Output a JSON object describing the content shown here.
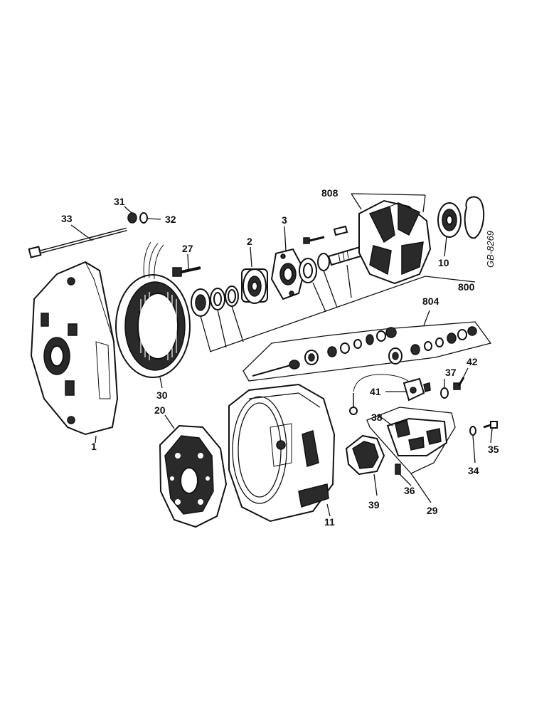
{
  "drawing_ref": "GB-8269",
  "callouts": {
    "c1": "1",
    "c2": "2",
    "c3": "3",
    "c10": "10",
    "c11": "11",
    "c20": "20",
    "c27": "27",
    "c29": "29",
    "c30": "30",
    "c31": "31",
    "c32": "32",
    "c33": "33",
    "c34": "34",
    "c35": "35",
    "c36": "36",
    "c37": "37",
    "c38": "38",
    "c39": "39",
    "c41": "41",
    "c42": "42",
    "c800": "800",
    "c804": "804",
    "c808": "808"
  }
}
